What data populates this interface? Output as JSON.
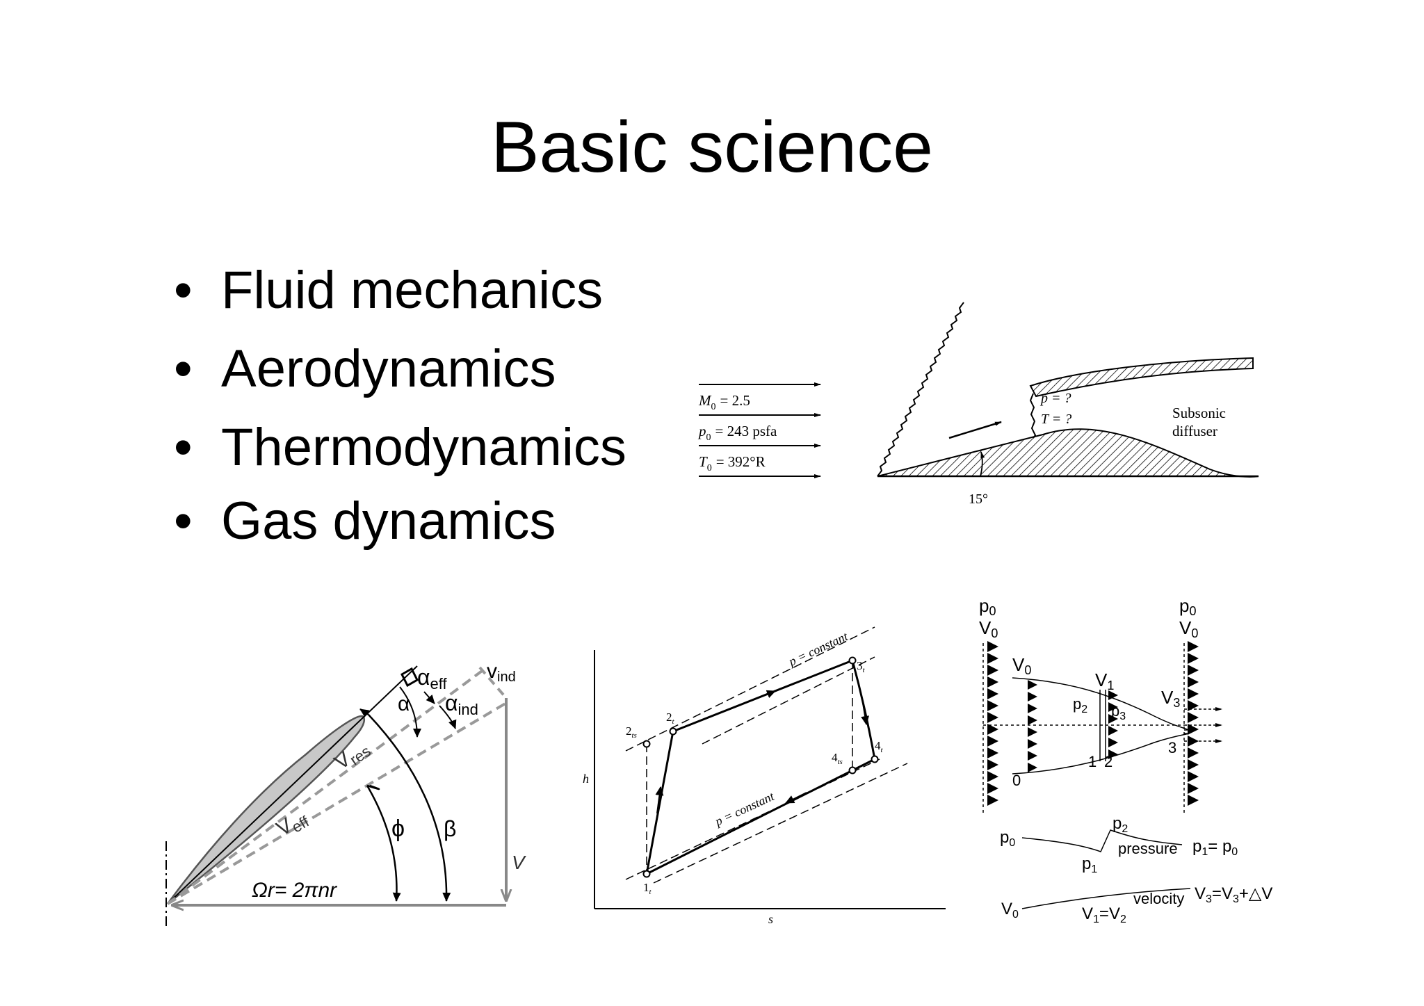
{
  "slide": {
    "title": "Basic science"
  },
  "bullets": [
    {
      "text": "Fluid mechanics"
    },
    {
      "text": "Aerodynamics"
    },
    {
      "text": "Thermodynamics"
    },
    {
      "text": "Gas dynamics"
    }
  ],
  "bullet_symbol": "•",
  "diffuser": {
    "m0": "M",
    "m0_sub": "0",
    "m0_val": "= 2.5",
    "p0": "p",
    "p0_sub": "0",
    "p0_val": "= 243 psfa",
    "t0": "T",
    "t0_sub": "0",
    "t0_val": "= 392°R",
    "p_q": "p = ?",
    "t_q": "T = ?",
    "subsonic": "Subsonic",
    "diffuser_word": "diffuser",
    "angle": "15°"
  },
  "airfoil": {
    "alpha_eff": "α",
    "alpha_eff_sub": "eff",
    "alpha": "α",
    "alpha_ind": "α",
    "alpha_ind_sub": "ind",
    "v_ind": "v",
    "v_ind_sub": "ind",
    "v_res": "V",
    "v_res_sub": "res",
    "v_eff": "V",
    "v_eff_sub": "eff",
    "phi": "ϕ",
    "beta": "β",
    "v": "V",
    "omega_r": "Ωr= 2πnr"
  },
  "hs_diagram": {
    "h": "h",
    "s": "s",
    "p_const_top": "p = constant",
    "p_const_bottom": "p = constant",
    "pt1": "1",
    "pt1_sub": "t",
    "pt2": "2",
    "pt2_sub": "t",
    "pt2s": "2",
    "pt2s_sub": "ts",
    "pt3": "3",
    "pt3_sub": "t",
    "pt4": "4",
    "pt4_sub": "t",
    "pt4s": "4",
    "pt4s_sub": "ts"
  },
  "streamtube": {
    "p0_left": "p",
    "p0_left_sub": "0",
    "v0_left": "V",
    "v0_left_sub": "0",
    "p0_right": "p",
    "p0_right_sub": "0",
    "v0_right": "V",
    "v0_right_sub": "0",
    "v0_inner": "V",
    "v0_inner_sub": "0",
    "v1": "V",
    "v1_sub": "1",
    "p2": "p",
    "p2_sub": "2",
    "p3": "p",
    "p3_sub": "3",
    "v3": "V",
    "v3_sub": "3",
    "st0": "0",
    "st1": "1",
    "st2": "2",
    "st3": "3",
    "pr_p0": "p",
    "pr_p0_sub": "0",
    "pr_p1": "p",
    "pr_p1_sub": "1",
    "pr_p2": "p",
    "pr_p2_sub": "2",
    "pressure": "pressure",
    "p1eq": "p",
    "p1eq_sub": "1",
    "p1eq_mid": "= p",
    "p1eq_sub2": "0",
    "vel_v0": "V",
    "vel_v0_sub": "0",
    "v1eq": "V",
    "v1eq_sub": "1",
    "v1eq_mid": "=V",
    "v1eq_sub2": "2",
    "velocity": "velocity",
    "v3eq": "V",
    "v3eq_sub": "3",
    "v3eq_mid": "=V",
    "v3eq_sub2": "3",
    "v3eq_tail": "+△V"
  }
}
